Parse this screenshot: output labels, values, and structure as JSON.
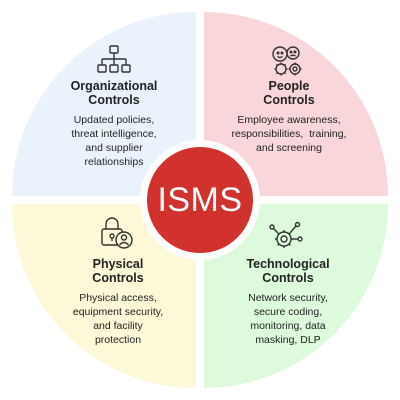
{
  "center": {
    "label": "ISMS",
    "color": "#d2322d"
  },
  "quadrants": [
    {
      "id": "organizational",
      "title": [
        "Organizational",
        "Controls"
      ],
      "description": [
        "Updated policies,",
        "threat intelligence,",
        "and supplier",
        "relationships"
      ],
      "icon": "org-chart-icon",
      "color": "#eaf3fb"
    },
    {
      "id": "people",
      "title": [
        "People",
        "Controls"
      ],
      "description": [
        "Employee awareness,",
        "responsibilities,  training,",
        "and screening"
      ],
      "icon": "people-gears-icon",
      "color": "#f8d6da"
    },
    {
      "id": "physical",
      "title": [
        "Physical",
        "Controls"
      ],
      "description": [
        "Physical access,",
        "equipment security,",
        "and facility",
        "protection"
      ],
      "icon": "lock-user-icon",
      "color": "#fdf8d8"
    },
    {
      "id": "technological",
      "title": [
        "Technological",
        "Controls"
      ],
      "description": [
        "Network security,",
        "secure coding,",
        "monitoring, data",
        "masking, DLP"
      ],
      "icon": "gear-network-icon",
      "color": "#ddfadc"
    }
  ]
}
